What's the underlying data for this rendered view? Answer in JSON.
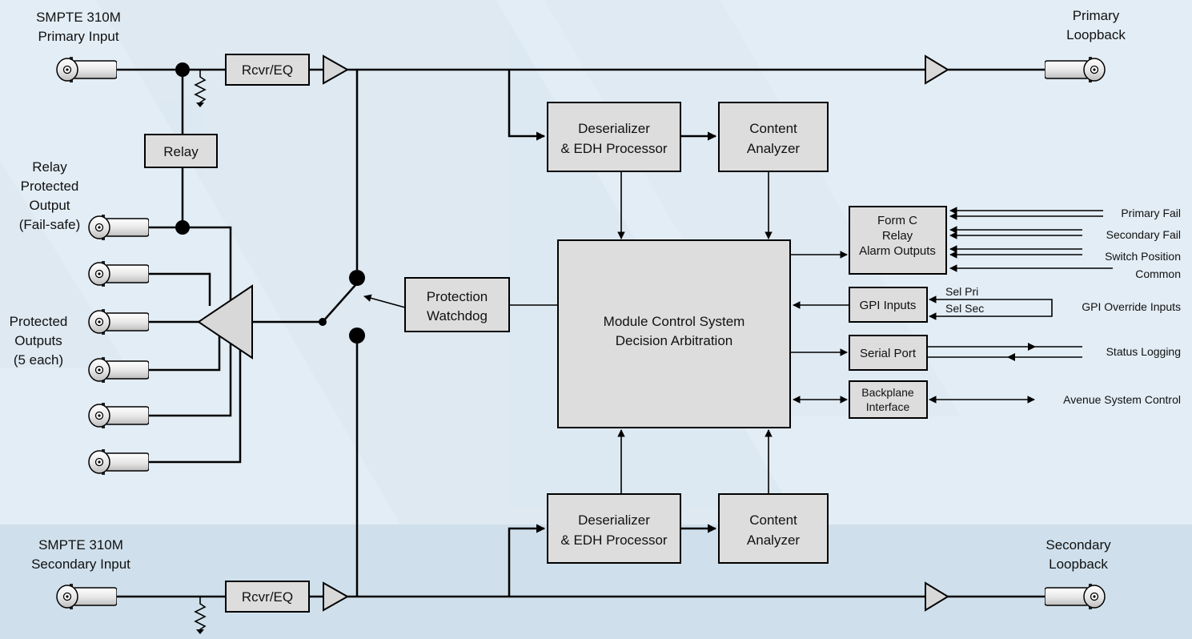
{
  "inputs": {
    "primary": [
      "SMPTE 310M",
      "Primary Input"
    ],
    "secondary": [
      "SMPTE 310M",
      "Secondary Input"
    ]
  },
  "loopbacks": {
    "primary": [
      "Primary",
      "Loopback"
    ],
    "secondary": [
      "Secondary",
      "Loopback"
    ]
  },
  "blocks": {
    "rcvr_eq": "Rcvr/EQ",
    "relay": "Relay",
    "deserializer": [
      "Deserializer",
      "& EDH Processor"
    ],
    "content_analyzer": [
      "Content",
      "Analyzer"
    ],
    "protection_watchdog": [
      "Protection",
      "Watchdog"
    ],
    "module_control": [
      "Module Control System",
      "Decision Arbitration"
    ],
    "form_c": [
      "Form C",
      "Relay",
      "Alarm Outputs"
    ],
    "gpi_inputs": "GPI Inputs",
    "serial_port": "Serial Port",
    "backplane": [
      "Backplane",
      "Interface"
    ]
  },
  "outputs": {
    "relay_protected": [
      "Relay",
      "Protected",
      "Output",
      "(Fail-safe)"
    ],
    "protected": [
      "Protected",
      "Outputs",
      "(5 each)"
    ]
  },
  "signals": {
    "form_c": [
      "Primary Fail",
      "Secondary Fail",
      "Switch Position",
      "Common"
    ],
    "gpi_sel": [
      "Sel Pri",
      "Sel Sec"
    ],
    "gpi_override": "GPI Override Inputs",
    "status_logging": "Status Logging",
    "avenue": "Avenue System Control"
  },
  "colors": {
    "background_top": "#e3edf5",
    "background_bottom": "#cfe0ec",
    "block_fill": "#dddddd",
    "line": "#000000"
  }
}
